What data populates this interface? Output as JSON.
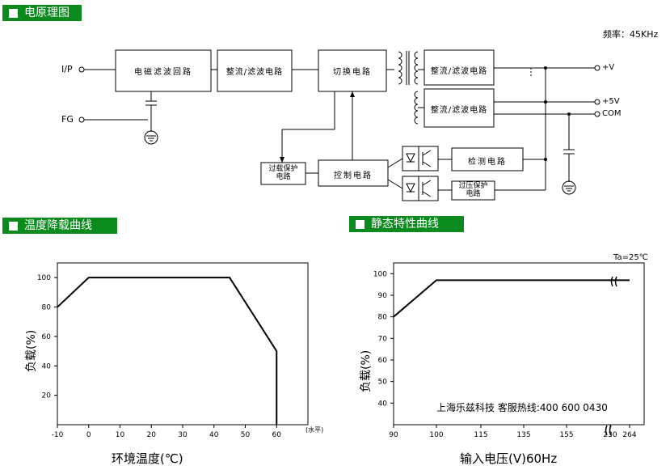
{
  "sections": {
    "schematic": "电原理图",
    "derating": "温度降载曲线",
    "static": "静态特性曲线"
  },
  "schematic": {
    "freq": "频率：45KHz",
    "in_ip": "I/P",
    "in_fg": "FG",
    "emi": "电磁滤波回路",
    "rect1": "整流/滤波电路",
    "switch": "切换电路",
    "rect2": "整流/滤波电路",
    "rect3": "整流/滤波电路",
    "control": "控制电路",
    "ocp_l1": "过载保护",
    "ocp_l2": "电路",
    "detect": "检测电路",
    "ovp_l1": "过压保护",
    "ovp_l2": "电路",
    "out1": "+V",
    "out2": "+5V",
    "out3": "COM"
  },
  "chart_data": [
    {
      "type": "line",
      "title": "",
      "xlabel": "环境温度(℃)",
      "ylabel": "负载(%)",
      "x_unit": "(水平)",
      "xlim": [
        -10,
        70
      ],
      "ylim": [
        0,
        110
      ],
      "xticks": [
        "-10",
        "0",
        "10",
        "20",
        "30",
        "40",
        "50",
        "60"
      ],
      "yticks": [
        "20",
        "40",
        "60",
        "80",
        "100"
      ],
      "series": [
        {
          "x": [
            -10,
            0,
            45,
            60,
            60
          ],
          "y": [
            80,
            100,
            100,
            50,
            0
          ]
        }
      ]
    },
    {
      "type": "line",
      "title": "",
      "xlabel": "输入电压(V)60Hz",
      "ylabel": "负载(%)",
      "annotation": "Ta=25℃",
      "watermark": "上海乐兹科技 客服热线:400 600 0430",
      "ylim": [
        30,
        105
      ],
      "xticks": [
        "90",
        "100",
        "115",
        "135",
        "155",
        "230",
        "264"
      ],
      "yticks": [
        "40",
        "50",
        "60",
        "70",
        "80",
        "90",
        "100"
      ],
      "series": [
        {
          "x": [
            90,
            100,
            264
          ],
          "y": [
            80,
            97,
            97
          ]
        }
      ]
    }
  ]
}
